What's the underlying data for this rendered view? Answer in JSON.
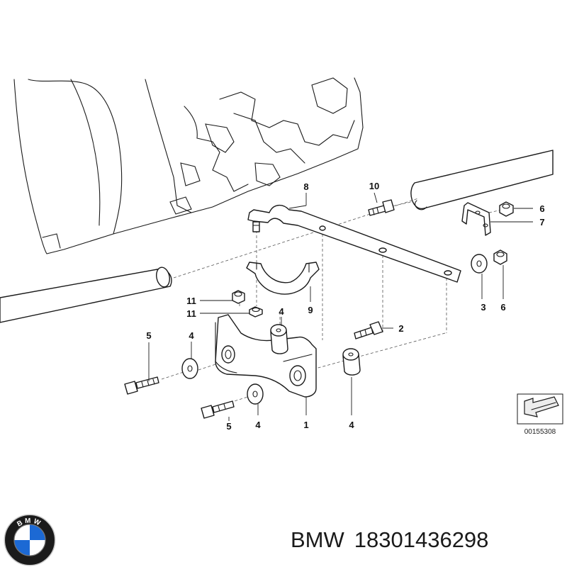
{
  "diagram": {
    "callouts": [
      "1",
      "2",
      "3",
      "4",
      "4",
      "4",
      "4",
      "5",
      "5",
      "6",
      "6",
      "7",
      "8",
      "9",
      "10",
      "11",
      "11"
    ],
    "reference_code": "00155308"
  },
  "caption": {
    "brand": "BMW",
    "part_number": "18301436298"
  },
  "logo": {
    "letters": "BMW",
    "colors": {
      "ring": "#1b1b1b",
      "blue": "#1c69d4",
      "white": "#ffffff"
    }
  }
}
